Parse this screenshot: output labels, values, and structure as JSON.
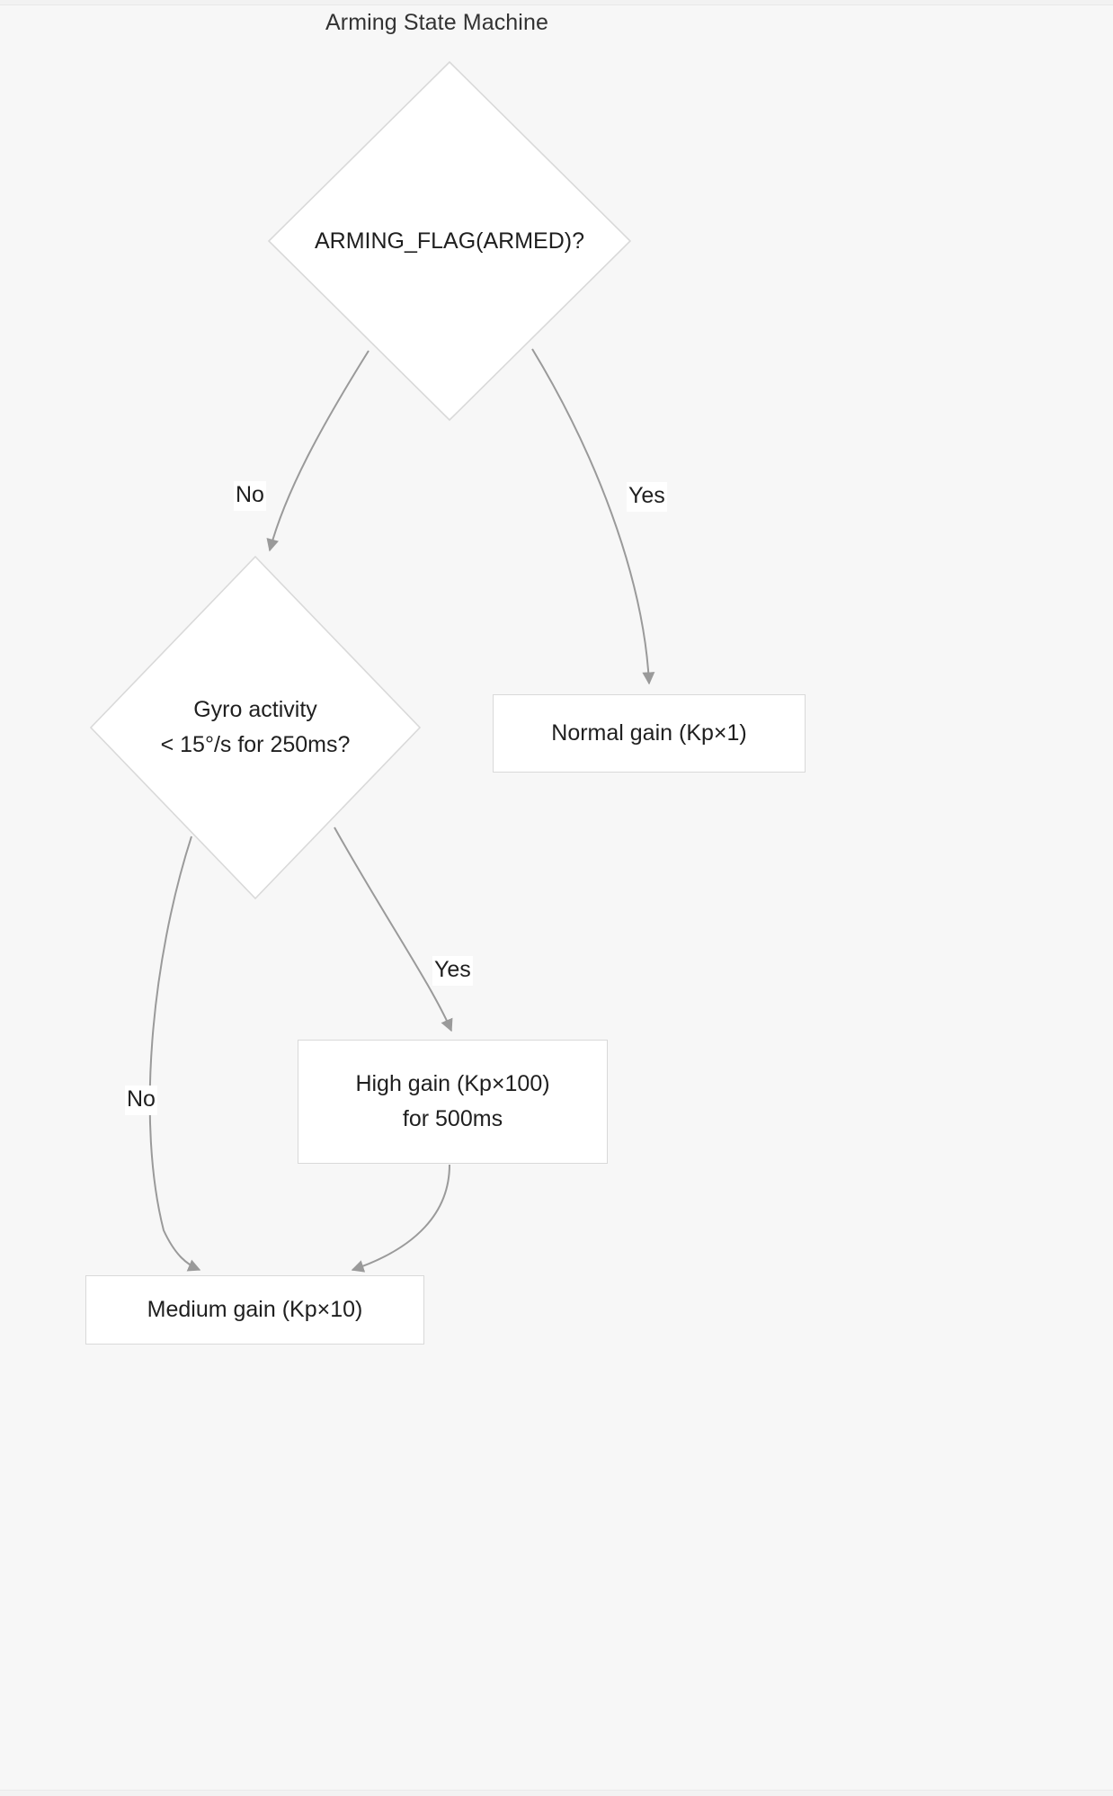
{
  "diagram": {
    "title": "Arming State Machine",
    "type": "flowchart",
    "direction": "top-down",
    "colors": {
      "background": "#f7f7f7",
      "node_fill": "#ffffff",
      "node_stroke": "#d9d9d9",
      "edge_stroke": "#999999",
      "text": "#1f1f1f",
      "title_text": "#333333",
      "label_chip_fill": "#ffffff"
    },
    "nodes": [
      {
        "id": "armed_check",
        "shape": "decision",
        "label": "ARMING_FLAG(ARMED)?",
        "lines": [
          "ARMING_FLAG(ARMED)?"
        ]
      },
      {
        "id": "normal_gain",
        "shape": "process",
        "label": "Normal gain (Kp×1)",
        "lines": [
          "Normal gain (Kp×1)"
        ]
      },
      {
        "id": "gyro_check",
        "shape": "decision",
        "label": "Gyro activity < 15°/s for 250ms?",
        "lines": [
          "Gyro activity",
          "< 15°/s for 250ms?"
        ]
      },
      {
        "id": "high_gain",
        "shape": "process",
        "label": "High gain (Kp×100) for 500ms",
        "lines": [
          "High gain (Kp×100)",
          "for 500ms"
        ]
      },
      {
        "id": "medium_gain",
        "shape": "process",
        "label": "Medium gain (Kp×10)",
        "lines": [
          "Medium gain (Kp×10)"
        ]
      }
    ],
    "edges": [
      {
        "from": "armed_check",
        "to": "gyro_check",
        "label": "No"
      },
      {
        "from": "armed_check",
        "to": "normal_gain",
        "label": "Yes"
      },
      {
        "from": "gyro_check",
        "to": "high_gain",
        "label": "Yes"
      },
      {
        "from": "gyro_check",
        "to": "medium_gain",
        "label": "No"
      },
      {
        "from": "high_gain",
        "to": "medium_gain",
        "label": ""
      }
    ],
    "edge_labels": {
      "armed_no": "No",
      "armed_yes": "Yes",
      "gyro_yes": "Yes",
      "gyro_no": "No"
    }
  }
}
